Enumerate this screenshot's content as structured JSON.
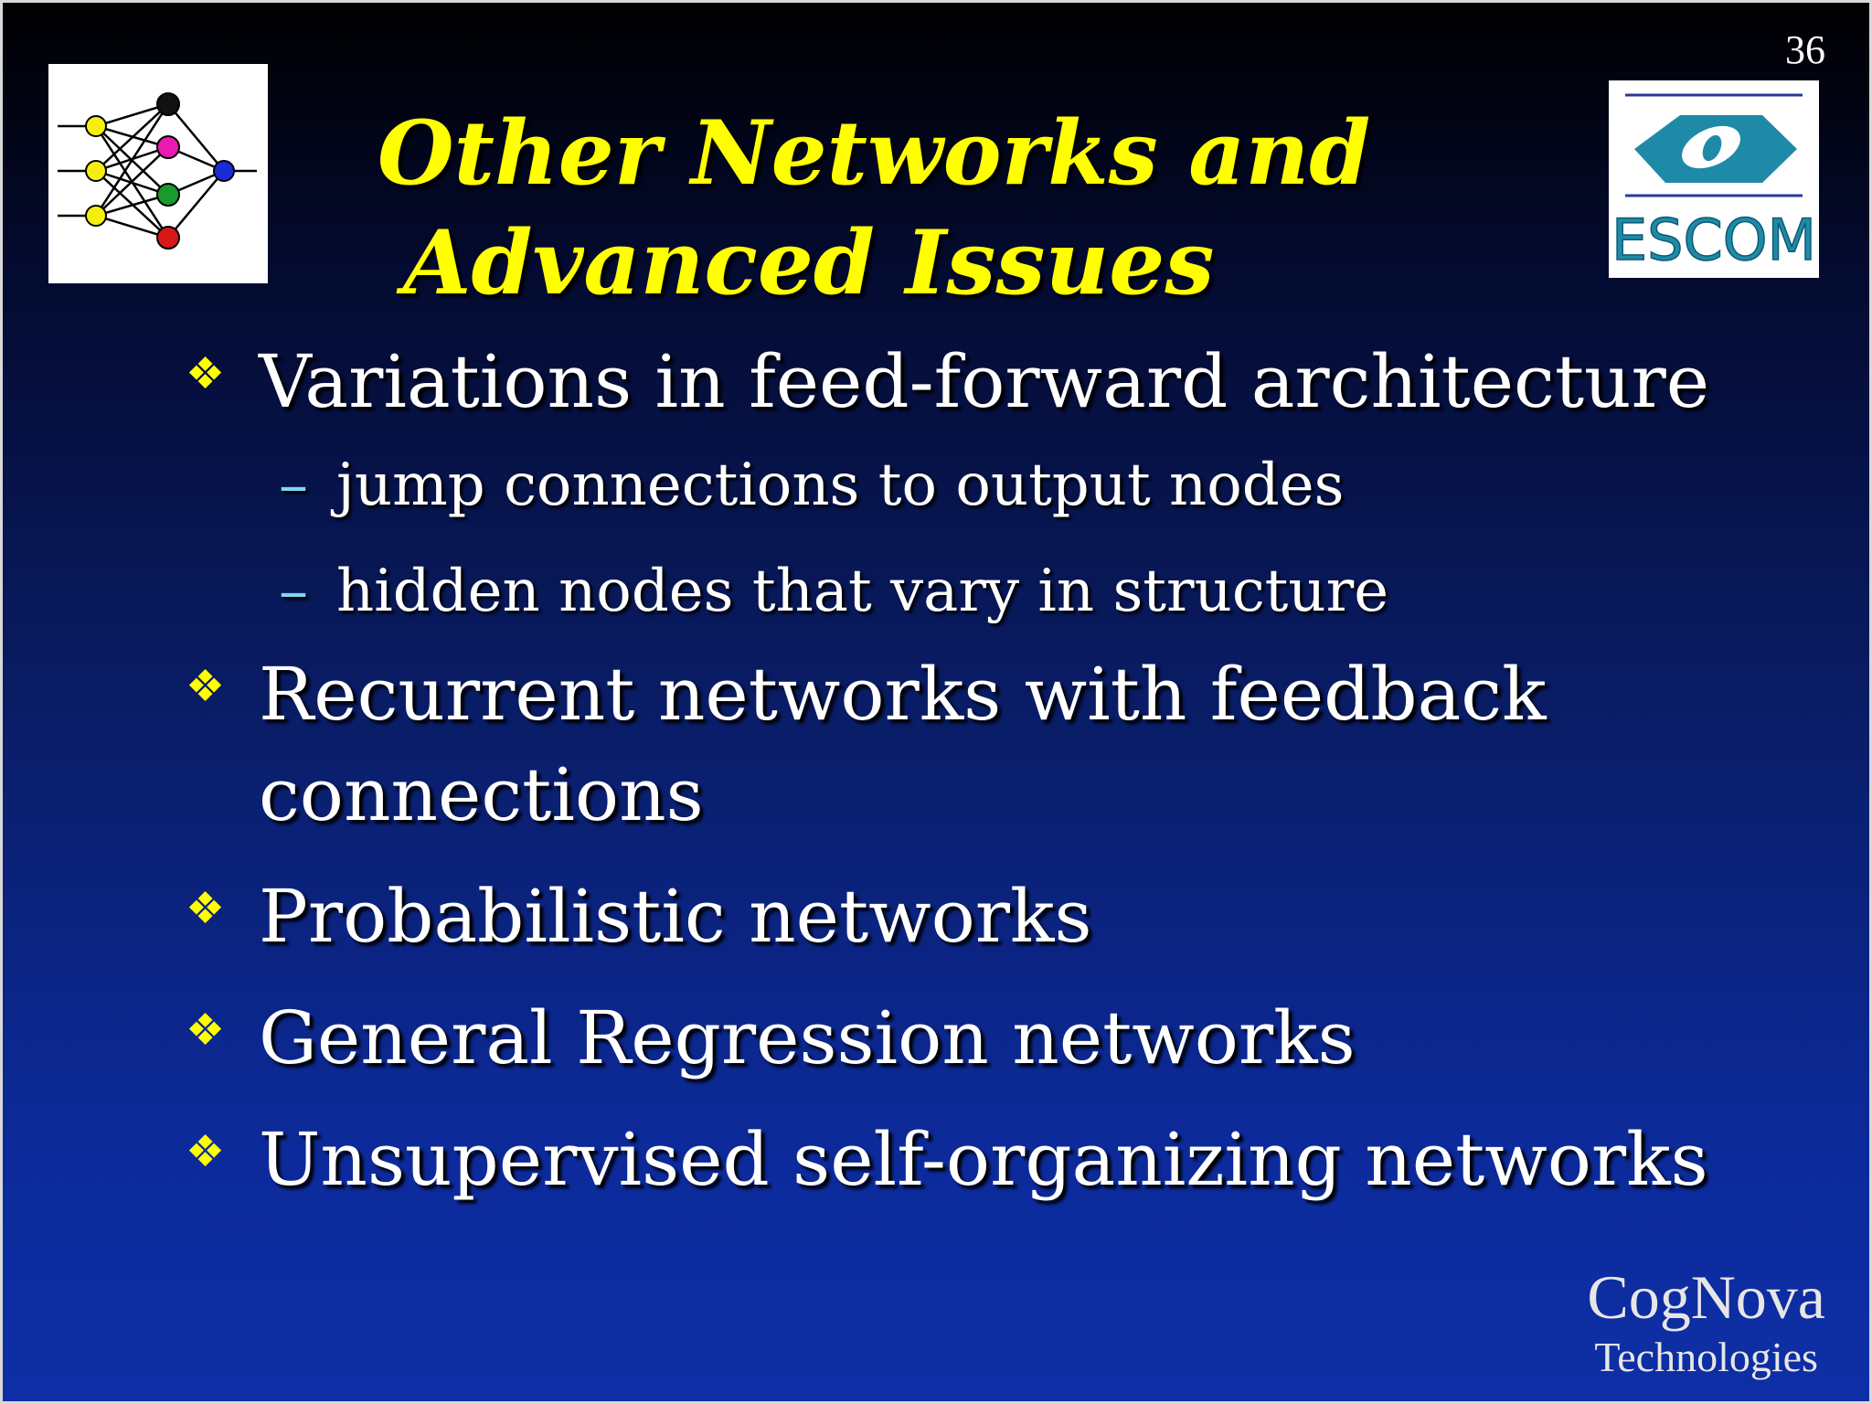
{
  "slide": {
    "page_number": "36",
    "title_line1": "Other Networks and",
    "title_line2": "Advanced Issues",
    "bullets": [
      {
        "text": "Variations in feed-forward architecture",
        "subitems": [
          "jump connections to output nodes",
          "hidden nodes that vary in structure"
        ]
      },
      {
        "text_line1": "Recurrent networks with feedback",
        "text_line2": "connections"
      },
      {
        "text": "Probabilistic networks"
      },
      {
        "text": "General Regression networks"
      },
      {
        "text": "Unsupervised self-organizing networks"
      }
    ],
    "logos": {
      "left": "neural-network-logo",
      "right_text": "ESCOM"
    },
    "footer": {
      "line1": "CogNova",
      "line2": "Technologies"
    },
    "colors": {
      "title": "#ffff00",
      "body_text": "#ffffff",
      "bullet_marker": "#ffff00",
      "sub_dash": "#7fd8f0",
      "background_top": "#000000",
      "background_bottom": "#0e2fa6",
      "escom_logo": "#1f8aa8"
    }
  }
}
